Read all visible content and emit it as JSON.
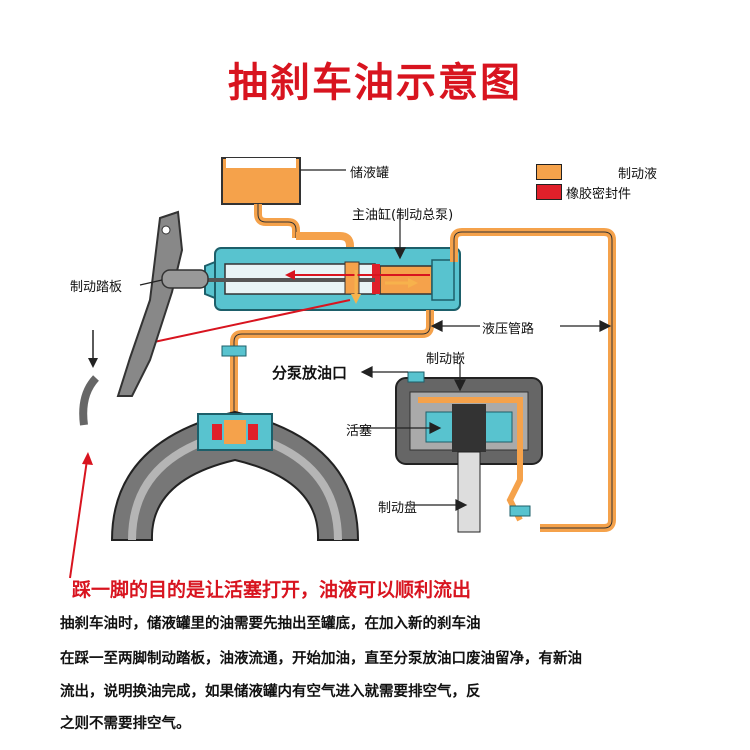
{
  "title": "抽刹车油示意图",
  "legend": [
    {
      "label": "制动液",
      "color": "#f5a24b"
    },
    {
      "label": "橡胶密封件",
      "color": "#e0202a"
    }
  ],
  "labels": {
    "reservoir": "储液罐",
    "master_cylinder": "主油缸(制动总泵)",
    "brake_pedal": "制动踏板",
    "hydraulic_pipe": "液压管路",
    "caliper": "制动嵌",
    "bleed_port": "分泵放油口",
    "piston": "活塞",
    "brake_disc": "制动盘"
  },
  "caption": "踩一脚的目的是让活塞打开，油液可以顺利流出",
  "paragraph": [
    "抽刹车油时，储液罐里的油需要先抽出至罐底，在加入新的刹车油",
    "在踩一至两脚制动踏板，油液流通，开始加油，直至分泵放油口废油留净，有新油",
    "流出，说明换油完成，如果储液罐内有空气进入就需要排空气，反",
    "之则不需要排空气。"
  ]
}
